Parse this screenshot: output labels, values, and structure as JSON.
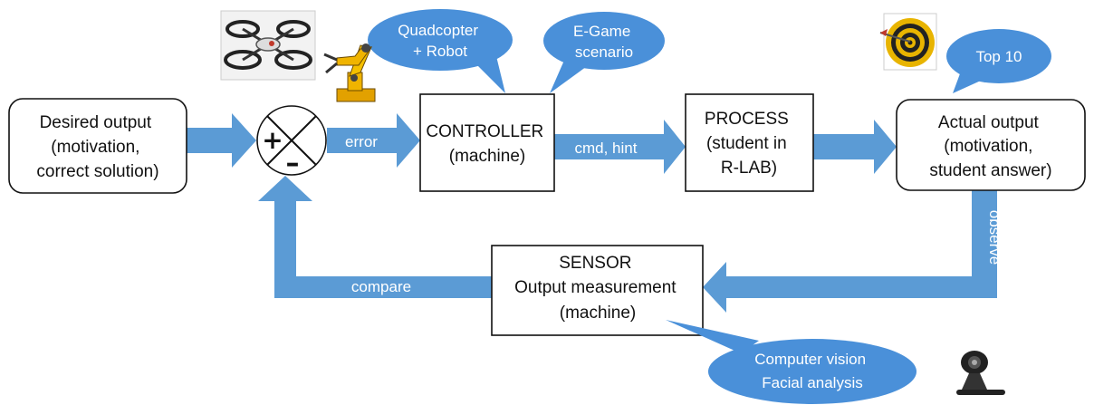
{
  "colors": {
    "arrow": "#5b9bd5",
    "bubble": "#4a90d9",
    "box_border": "#111111",
    "box_fill": "#ffffff"
  },
  "nodes": {
    "desired_output": {
      "lines": [
        "Desired output",
        "(motivation,",
        "correct solution)"
      ]
    },
    "controller": {
      "lines": [
        "CONTROLLER",
        "(machine)"
      ]
    },
    "process": {
      "lines": [
        "PROCESS",
        "(student in",
        "R-LAB)"
      ]
    },
    "actual_output": {
      "lines": [
        "Actual output",
        "(motivation,",
        "student answer)"
      ]
    },
    "sensor": {
      "lines": [
        "SENSOR",
        "Output measurement",
        "(machine)"
      ]
    },
    "comparator": {
      "plus": "+",
      "minus": "–"
    }
  },
  "edges": {
    "error": "error",
    "cmd_hint": "cmd, hint",
    "observe": "observe",
    "compare": "compare"
  },
  "callouts": {
    "quadcopter": [
      "Quadcopter",
      "+ Robot"
    ],
    "egame": [
      "E-Game",
      "scenario"
    ],
    "top10": [
      "Top 10"
    ],
    "vision": [
      "Computer vision",
      "Facial analysis"
    ]
  },
  "icons": [
    "quadcopter-icon",
    "robot-arm-icon",
    "dartboard-icon",
    "webcam-icon"
  ]
}
